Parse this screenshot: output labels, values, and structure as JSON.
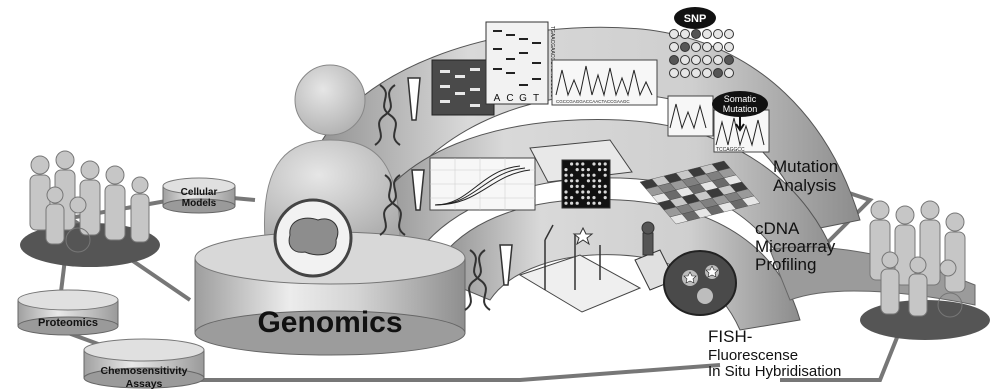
{
  "labels": {
    "genomics": "Genomics",
    "cellular_models_1": "Cellular",
    "cellular_models_2": "Models",
    "proteomics": "Proteomics",
    "chemo_1": "Chemosensitivity",
    "chemo_2": "Assays",
    "snp": "SNP",
    "somatic_1": "Somatic",
    "somatic_2": "Mutation",
    "mutation_1": "Mutation",
    "mutation_2": "Analysis",
    "cdna_1": "cDNA",
    "cdna_2": "Microarray",
    "cdna_3": "Profiling",
    "fish_1": "FISH-",
    "fish_2": "Fluorescense",
    "fish_3": "In Situ Hybridisation",
    "acgt": [
      "A",
      "C",
      "G",
      "T"
    ],
    "seq_vertical": "TGAACGAACCGTCAGGCGCC",
    "seq_trace": "CGCCGAGGACCAACTACCGAAGC",
    "seq_trace2": "TCCAGGCC"
  },
  "colors": {
    "band_fill": "#c9c9c9",
    "band_dark": "#6f6f6f",
    "disc_fill": "#bcbcbc",
    "people": "#9a9a9a",
    "background": "#ffffff"
  },
  "icons": {
    "snp_grid": "snp-genotype-grid-icon",
    "gel": "electrophoresis-gel-icon",
    "sequencer": "dna-sequencing-trace-icon",
    "pcr": "pcr-curves-icon",
    "microarray": "microarray-chip-icon",
    "heatmap": "expression-heatmap-icon",
    "microscope": "microscope-icon",
    "dna_helix": "dna-helix-icon",
    "pipette": "pipette-icon",
    "tumor": "tumor-tissue-icon",
    "patients_left": "patient-group-icon",
    "patients_right": "patient-group-icon"
  }
}
